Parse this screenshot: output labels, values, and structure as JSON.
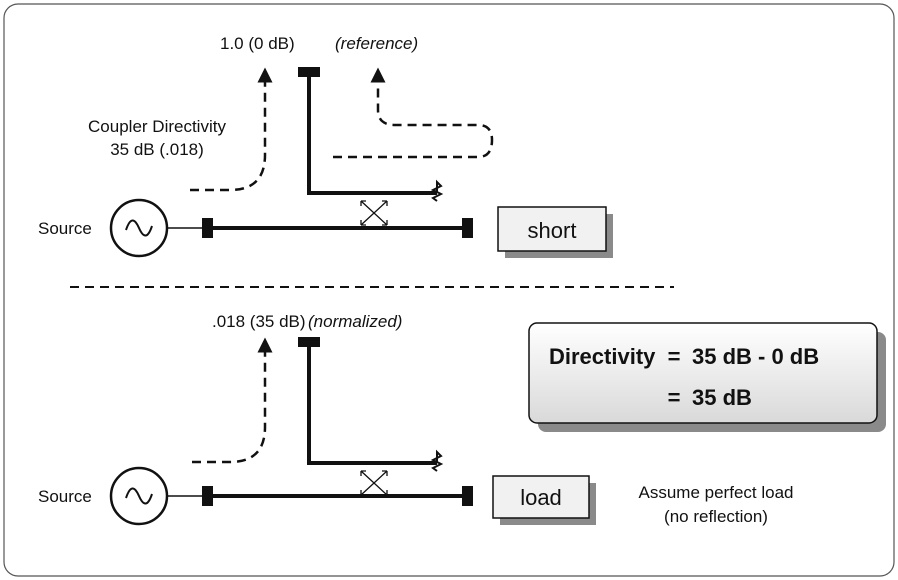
{
  "top": {
    "reference_value": "1.0  (0 dB)",
    "reference_note": "(reference)",
    "coupler_line1": "Coupler Directivity",
    "coupler_line2": "35 dB (.018)",
    "source_label": "Source",
    "termination_label": "short"
  },
  "bottom": {
    "normalized_value": ".018 (35 dB)",
    "normalized_note": "(normalized)",
    "source_label": "Source",
    "termination_label": "load",
    "assume_line1": "Assume perfect load",
    "assume_line2": "(no reflection)"
  },
  "equation": {
    "line1_left": "Directivity",
    "line1_eq": "=",
    "line1_right": "35 dB - 0 dB",
    "line2_eq": "=",
    "line2_right": "35 dB"
  },
  "colors": {
    "line": "#111111",
    "box_fill": "#f1f1f1",
    "shadow": "#8a8a8a"
  }
}
